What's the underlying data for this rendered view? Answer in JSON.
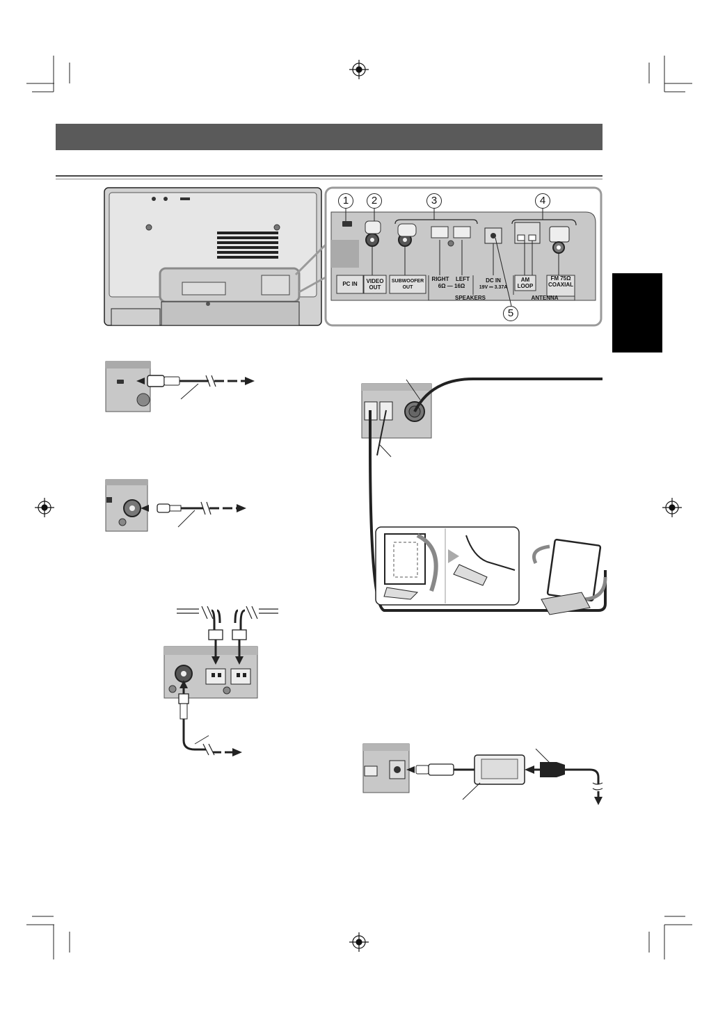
{
  "panel_callouts": [
    "1",
    "2",
    "3",
    "4",
    "5"
  ],
  "port_labels": {
    "pc_in": "PC IN",
    "video_out": "VIDEO OUT",
    "subwoofer_out": "SUBWOOFER OUT",
    "speakers_right": "RIGHT",
    "speakers_left": "LEFT",
    "speakers_impedance": "6Ω — 16Ω",
    "speakers_group": "SPEAKERS",
    "dc_in": "DC IN",
    "dc_spec": "19V ⎓ 3.37A",
    "am_loop": "AM LOOP",
    "fm_coaxial": "FM 75Ω COAXIAL",
    "antenna_group": "ANTENNA"
  },
  "colors": {
    "header_bar": "#5a5a5a",
    "panel_border": "#9a9a9a",
    "device_grey": "#c8c8c8"
  }
}
